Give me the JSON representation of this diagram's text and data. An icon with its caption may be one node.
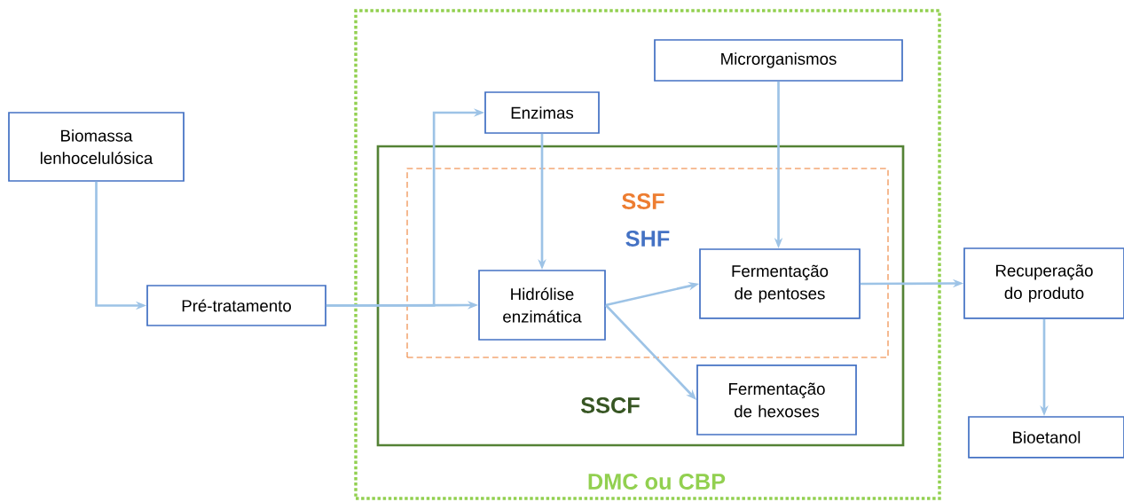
{
  "diagram": {
    "nodes": [
      {
        "text": [
          "Biomassa lenhocelulósica"
        ]
      },
      {
        "text": [
          "Pré-tratamento"
        ]
      },
      {
        "text": [
          "DMC ou CBP"
        ]
      },
      {
        "text": [
          "Microrganismos"
        ],
        "in": 2
      },
      {
        "text": [
          "Enzimas"
        ],
        "in": 2
      },
      {
        "text": [
          "SSCF"
        ],
        "in": 2
      },
      {
        "text": [
          "SSF",
          "SHF"
        ],
        "in": 5
      },
      {
        "text": [
          "Hidrólise enzimática"
        ],
        "in": 6
      },
      {
        "text": [
          "Fermentação de pentoses"
        ],
        "in": 6
      },
      {
        "text": [
          "Fermentação de hexoses"
        ],
        "in": 5
      },
      {
        "text": [
          "Recuperação do produto"
        ]
      },
      {
        "text": [
          "Bioetanol"
        ]
      }
    ],
    "edges": [
      {
        "from": 0,
        "to": 1,
        "arrow": "to"
      },
      {
        "from": 1,
        "to": 7,
        "arrow": "to"
      },
      {
        "from": 1,
        "to": 4,
        "arrow": "to"
      },
      {
        "from": 4,
        "to": 7,
        "arrow": "to"
      },
      {
        "from": 3,
        "to": 8,
        "arrow": "to"
      },
      {
        "from": 7,
        "to": 8,
        "arrow": "to"
      },
      {
        "from": 7,
        "to": 9,
        "arrow": "to"
      },
      {
        "from": 8,
        "to": 10,
        "arrow": "to"
      },
      {
        "from": 10,
        "to": 11,
        "arrow": "to"
      }
    ]
  }
}
